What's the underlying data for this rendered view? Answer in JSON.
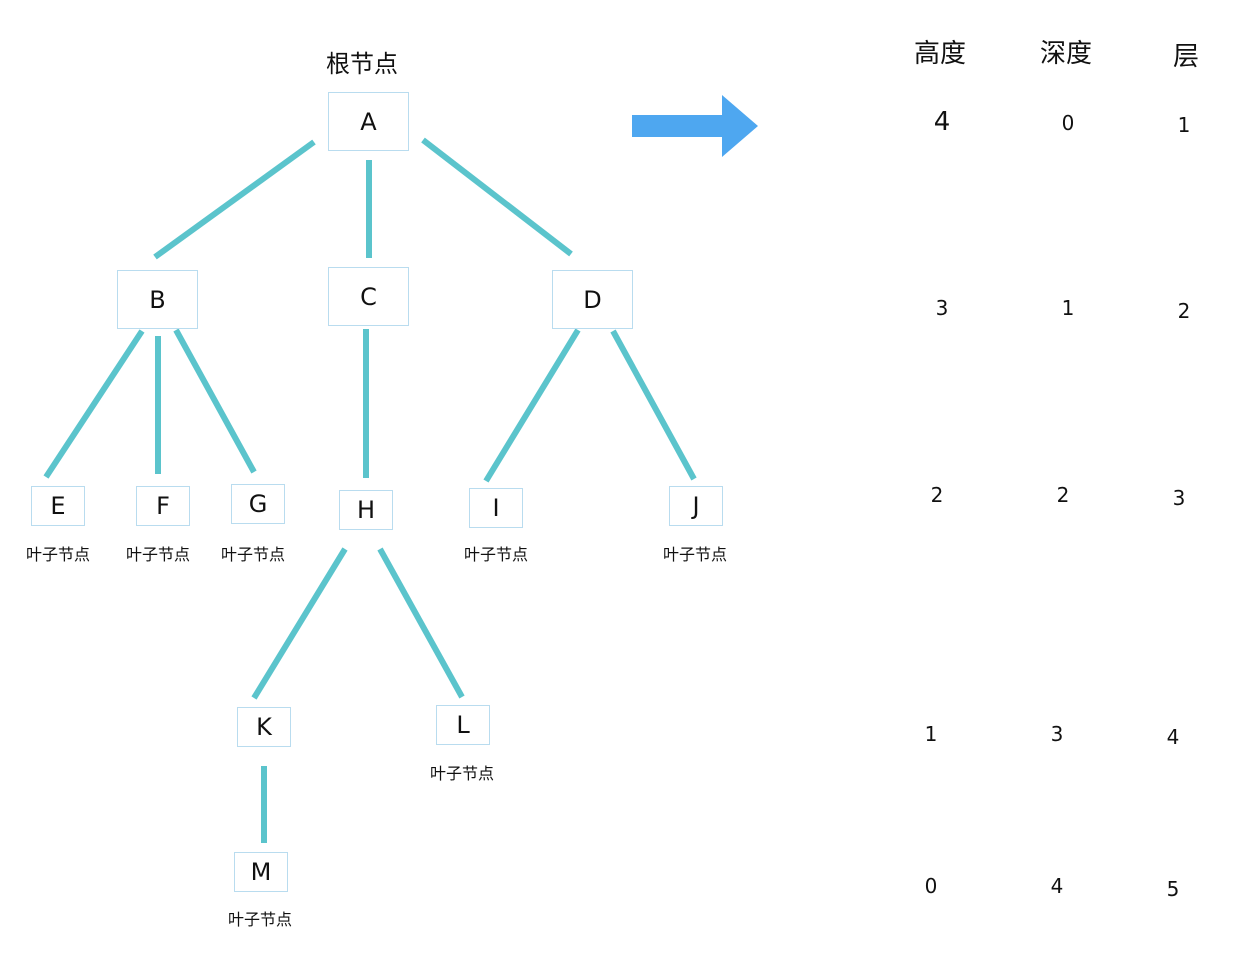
{
  "tree": {
    "root_label": "根节点",
    "leaf_label": "叶子节点",
    "nodes": {
      "A": "A",
      "B": "B",
      "C": "C",
      "D": "D",
      "E": "E",
      "F": "F",
      "G": "G",
      "H": "H",
      "I": "I",
      "J": "J",
      "K": "K",
      "L": "L",
      "M": "M"
    },
    "edges": [
      [
        "A",
        "B"
      ],
      [
        "A",
        "C"
      ],
      [
        "A",
        "D"
      ],
      [
        "B",
        "E"
      ],
      [
        "B",
        "F"
      ],
      [
        "B",
        "G"
      ],
      [
        "C",
        "H"
      ],
      [
        "D",
        "I"
      ],
      [
        "D",
        "J"
      ],
      [
        "H",
        "K"
      ],
      [
        "H",
        "L"
      ],
      [
        "K",
        "M"
      ]
    ],
    "leaves": [
      "E",
      "F",
      "G",
      "I",
      "J",
      "L",
      "M"
    ]
  },
  "table": {
    "headers": {
      "height": "高度",
      "depth": "深度",
      "level": "层"
    },
    "rows": [
      {
        "height": "4",
        "depth": "0",
        "level": "1"
      },
      {
        "height": "3",
        "depth": "1",
        "level": "2"
      },
      {
        "height": "2",
        "depth": "2",
        "level": "3"
      },
      {
        "height": "1",
        "depth": "3",
        "level": "4"
      },
      {
        "height": "0",
        "depth": "4",
        "level": "5"
      }
    ]
  },
  "colors": {
    "edge": "#5bc4cc",
    "node_border": "#b9dcef",
    "arrow": "#4ea7f0"
  }
}
